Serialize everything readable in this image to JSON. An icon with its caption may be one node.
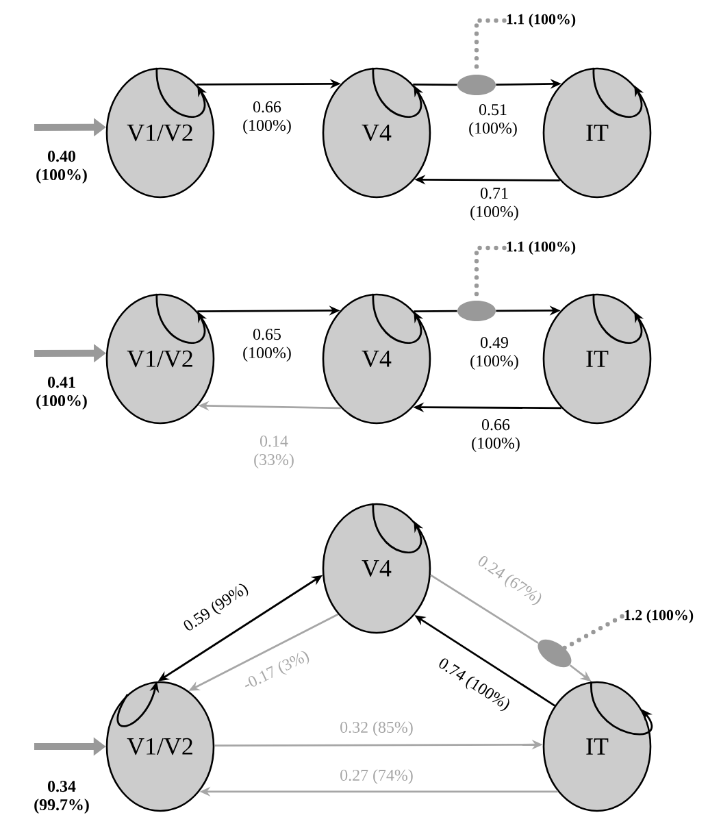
{
  "diagram": {
    "nodes": [
      {
        "text": [
          "V1/V2"
        ]
      },
      {
        "text": [
          "V4"
        ]
      },
      {
        "text": [
          "IT"
        ]
      },
      {
        "text": [],
        "shape": "ellipse"
      },
      {
        "text": [
          "1.1 (100%)"
        ]
      },
      {
        "text": [
          "V1/V2"
        ]
      },
      {
        "text": [
          "V4"
        ]
      },
      {
        "text": [
          "IT"
        ]
      },
      {
        "text": [],
        "shape": "ellipse"
      },
      {
        "text": [
          "1.1 (100%)"
        ]
      },
      {
        "text": [
          "V4"
        ]
      },
      {
        "text": [
          "1.2 (100%)"
        ]
      },
      {
        "text": [],
        "shape": "ellipse"
      },
      {
        "text": [
          "V1/V2"
        ]
      },
      {
        "text": [
          "IT"
        ]
      }
    ],
    "edges": [
      {
        "from": null,
        "to": 0,
        "arrow": "to",
        "label": "0.40 (100%)",
        "style": "thick",
        "color": "#999999"
      },
      {
        "from": 0,
        "to": 0,
        "arrow": "to"
      },
      {
        "from": 0,
        "to": 1,
        "arrow": "to",
        "label": "0.66 (100%)"
      },
      {
        "from": 1,
        "to": 1,
        "arrow": "to"
      },
      {
        "from": 1,
        "to": 3,
        "arrow": "none"
      },
      {
        "from": 3,
        "to": 2,
        "arrow": "to",
        "label": "0.51 (100%)"
      },
      {
        "from": 2,
        "to": 2,
        "arrow": "to"
      },
      {
        "from": 2,
        "to": 1,
        "arrow": "to",
        "label": "0.71 (100%)"
      },
      {
        "from": 4,
        "to": 3,
        "arrow": "none",
        "style": "dashed",
        "color": "#999999"
      },
      {
        "from": null,
        "to": 5,
        "arrow": "to",
        "label": "0.41 (100%)",
        "style": "thick",
        "color": "#999999"
      },
      {
        "from": 5,
        "to": 5,
        "arrow": "to"
      },
      {
        "from": 5,
        "to": 6,
        "arrow": "to",
        "label": "0.65 (100%)"
      },
      {
        "from": 6,
        "to": 6,
        "arrow": "to"
      },
      {
        "from": 6,
        "to": 8,
        "arrow": "none"
      },
      {
        "from": 8,
        "to": 7,
        "arrow": "to",
        "label": "0.49 (100%)"
      },
      {
        "from": 7,
        "to": 7,
        "arrow": "to"
      },
      {
        "from": 7,
        "to": 6,
        "arrow": "to",
        "label": "0.66 (100%)"
      },
      {
        "from": 6,
        "to": 5,
        "arrow": "to",
        "label": "0.14 (33%)",
        "color": "#a6a6a6"
      },
      {
        "from": 9,
        "to": 8,
        "arrow": "none",
        "style": "dashed",
        "color": "#999999"
      },
      {
        "from": 10,
        "to": 10,
        "arrow": "to"
      },
      {
        "from": 10,
        "to": 12,
        "arrow": "none",
        "label": "0.24 (67%)",
        "color": "#a6a6a6"
      },
      {
        "from": 12,
        "to": 14,
        "arrow": "to",
        "color": "#a6a6a6"
      },
      {
        "from": 11,
        "to": 12,
        "arrow": "none",
        "style": "dashed",
        "color": "#999999"
      },
      {
        "from": 13,
        "to": 10,
        "arrow": "both",
        "label": "0.59 (99%)"
      },
      {
        "from": 10,
        "to": 13,
        "arrow": "to",
        "label": "-0.17 (3%)",
        "color": "#a6a6a6"
      },
      {
        "from": 14,
        "to": 10,
        "arrow": "to",
        "label": "0.74 (100%)"
      },
      {
        "from": null,
        "to": 13,
        "arrow": "to",
        "label": "0.34 (99.7%)",
        "style": "thick",
        "color": "#999999"
      },
      {
        "from": 13,
        "to": 13,
        "arrow": "to"
      },
      {
        "from": 13,
        "to": 14,
        "arrow": "to",
        "label": "0.32 (85%)",
        "color": "#a6a6a6"
      },
      {
        "from": 14,
        "to": 13,
        "arrow": "to",
        "label": "0.27 (74%)",
        "color": "#a6a6a6"
      },
      {
        "from": 14,
        "to": 14,
        "arrow": "to"
      }
    ]
  }
}
